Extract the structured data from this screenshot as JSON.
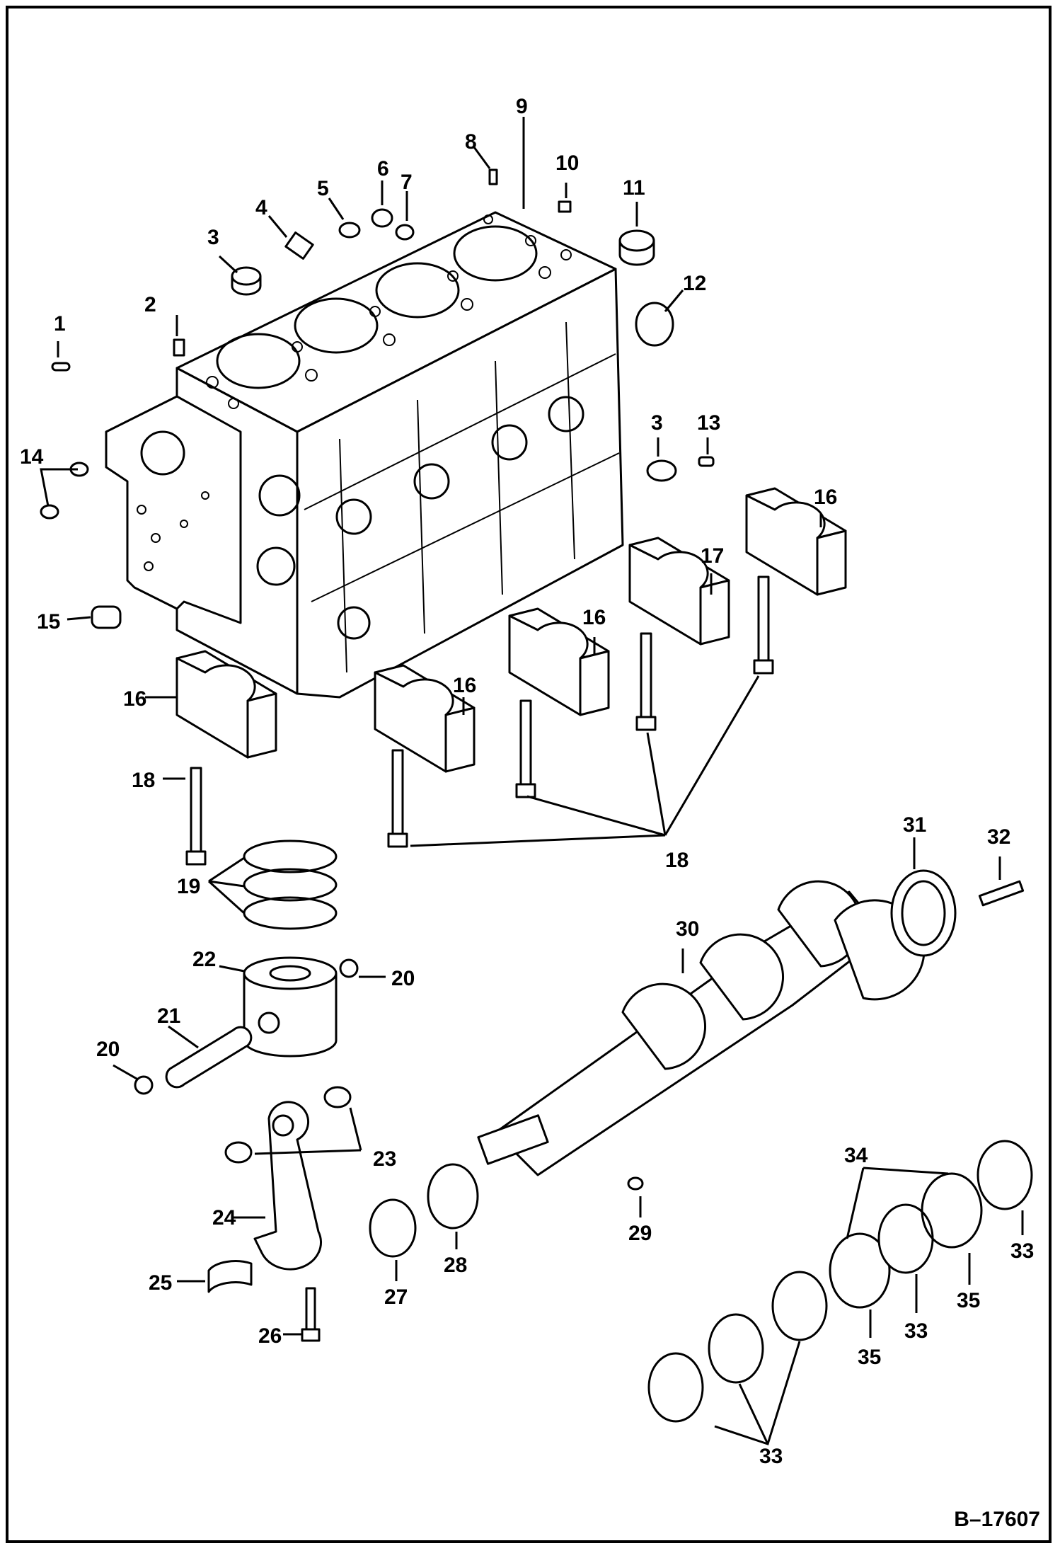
{
  "figure_ref": "B–17607",
  "callouts": [
    {
      "id": "c1",
      "text": "1"
    },
    {
      "id": "c2",
      "text": "2"
    },
    {
      "id": "c3a",
      "text": "3"
    },
    {
      "id": "c4",
      "text": "4"
    },
    {
      "id": "c5",
      "text": "5"
    },
    {
      "id": "c6",
      "text": "6"
    },
    {
      "id": "c7",
      "text": "7"
    },
    {
      "id": "c8",
      "text": "8"
    },
    {
      "id": "c9",
      "text": "9"
    },
    {
      "id": "c10",
      "text": "10"
    },
    {
      "id": "c11",
      "text": "11"
    },
    {
      "id": "c12",
      "text": "12"
    },
    {
      "id": "c3b",
      "text": "3"
    },
    {
      "id": "c13",
      "text": "13"
    },
    {
      "id": "c14",
      "text": "14"
    },
    {
      "id": "c15",
      "text": "15"
    },
    {
      "id": "c16a",
      "text": "16"
    },
    {
      "id": "c17",
      "text": "17"
    },
    {
      "id": "c16b",
      "text": "16"
    },
    {
      "id": "c16c",
      "text": "16"
    },
    {
      "id": "c16d",
      "text": "16"
    },
    {
      "id": "c18a",
      "text": "18"
    },
    {
      "id": "c18b",
      "text": "18"
    },
    {
      "id": "c19",
      "text": "19"
    },
    {
      "id": "c22",
      "text": "22"
    },
    {
      "id": "c20a",
      "text": "20"
    },
    {
      "id": "c21",
      "text": "21"
    },
    {
      "id": "c20b",
      "text": "20"
    },
    {
      "id": "c23",
      "text": "23"
    },
    {
      "id": "c24",
      "text": "24"
    },
    {
      "id": "c25",
      "text": "25"
    },
    {
      "id": "c26",
      "text": "26"
    },
    {
      "id": "c27",
      "text": "27"
    },
    {
      "id": "c28",
      "text": "28"
    },
    {
      "id": "c29",
      "text": "29"
    },
    {
      "id": "c30",
      "text": "30"
    },
    {
      "id": "c31",
      "text": "31"
    },
    {
      "id": "c32",
      "text": "32"
    },
    {
      "id": "c34",
      "text": "34"
    },
    {
      "id": "c33a",
      "text": "33"
    },
    {
      "id": "c33b",
      "text": "33"
    },
    {
      "id": "c35a",
      "text": "35"
    },
    {
      "id": "c35b",
      "text": "35"
    },
    {
      "id": "c33c",
      "text": "33"
    }
  ]
}
